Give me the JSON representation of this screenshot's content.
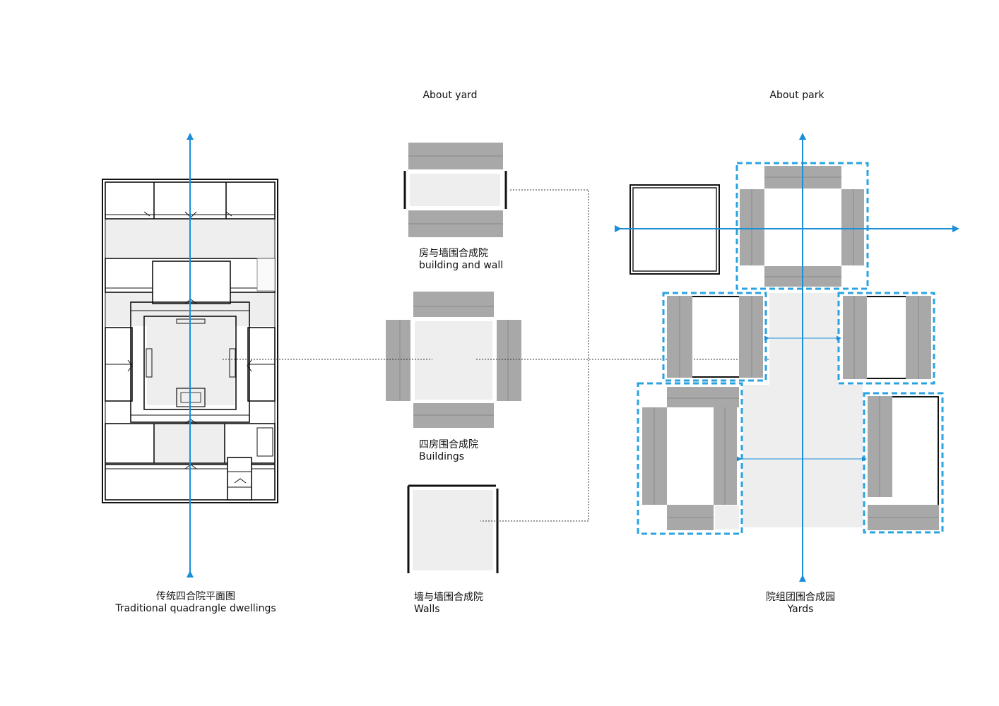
{
  "headings": {
    "yard": "About yard",
    "park": "About park"
  },
  "captions": {
    "traditional": {
      "zh": "传统四合院平面图",
      "en": "Traditional quadrangle dwellings"
    },
    "building_wall": {
      "zh": "房与墙围合成院",
      "en": "building and wall"
    },
    "buildings": {
      "zh": "四房围合成院",
      "en": "Buildings"
    },
    "walls": {
      "zh": "墙与墙围合成院",
      "en": "Walls"
    },
    "yards": {
      "zh": "院组团围合成园",
      "en": "Yards"
    }
  },
  "colors": {
    "axis": "#1a8fd8",
    "dashed_frame": "#2aa3e0",
    "building": "#a8a8a8",
    "yard_fill": "#eeeeee",
    "line": "#111111"
  },
  "icons": {
    "axis_arrow": "arrow-icon"
  }
}
